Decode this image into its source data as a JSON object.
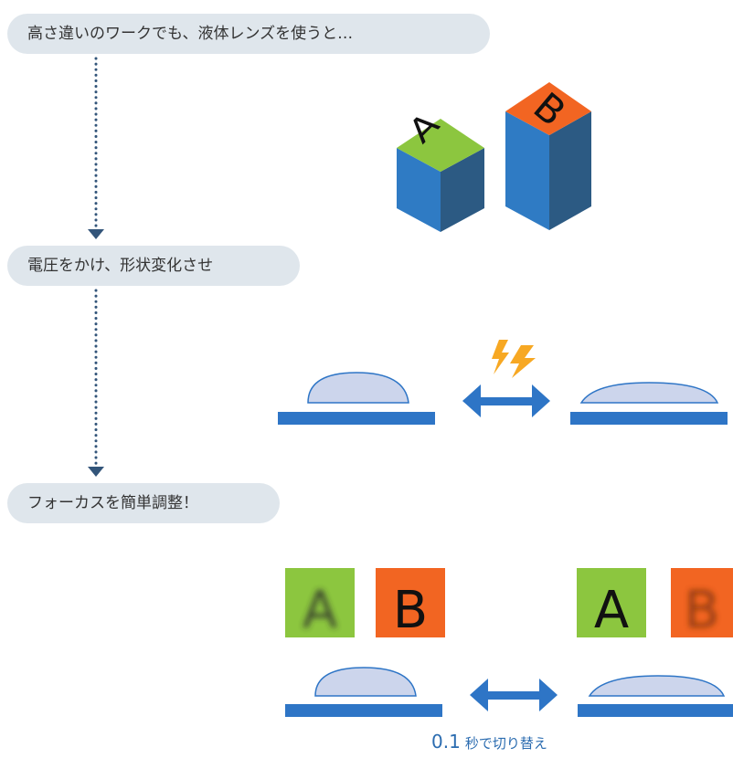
{
  "steps": [
    "高さ違いのワークでも、液体レンズを使うと…",
    "電圧をかけ、形状変化させ",
    "フォーカスを簡単調整！"
  ],
  "boxes": {
    "a_letter": "A",
    "b_letter": "B"
  },
  "tiles": {
    "a_letter": "A",
    "b_letter": "B"
  },
  "caption": {
    "number": "0.1",
    "text": "秒で切り替え"
  },
  "colors": {
    "pill": "#dfe6ec",
    "accent_blue": "#2e75c6",
    "box_a_top": "#8cc63f",
    "box_b_top": "#f26522",
    "box_side_light": "#2f7bc4",
    "box_side_dark": "#2c5a83",
    "lens_fill": "#ccd5ec",
    "lightning": "#f7a823",
    "dotted_line": "#33557a"
  },
  "icons": [
    "lightning-icon",
    "double-arrow-icon",
    "arrow-down-icon"
  ]
}
